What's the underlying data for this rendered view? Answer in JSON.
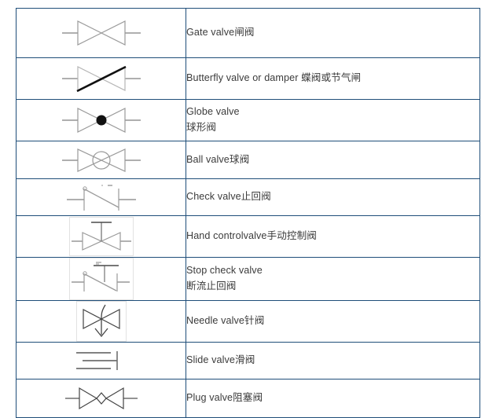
{
  "document": {
    "type": "valve-symbol-reference-table",
    "border_color": "#1f4e79",
    "text_color": "#3b3b3b",
    "symbol_stroke": "#9a9a9a",
    "symbol_accent": "#1a1a1a"
  },
  "table": {
    "rows": [
      {
        "symbol": "gate-valve-symbol",
        "lines": [
          "Gate valve闸阀"
        ],
        "boxed": false
      },
      {
        "symbol": "butterfly-valve-symbol",
        "lines": [
          "Butterfly valve or damper 蝶阀或节气闸"
        ],
        "boxed": false
      },
      {
        "symbol": "globe-valve-symbol",
        "lines": [
          "Globe valve",
          "球形阀"
        ],
        "boxed": false
      },
      {
        "symbol": "ball-valve-symbol",
        "lines": [
          "Ball valve球阀"
        ],
        "boxed": false
      },
      {
        "symbol": "check-valve-symbol",
        "lines": [
          "Check valve止回阀"
        ],
        "boxed": false
      },
      {
        "symbol": "hand-control-valve-symbol",
        "lines": [
          "Hand controlvalve手动控制阀"
        ],
        "boxed": true
      },
      {
        "symbol": "stop-check-valve-symbol",
        "lines": [
          "Stop check valve",
          "断流止回阀"
        ],
        "boxed": true
      },
      {
        "symbol": "needle-valve-symbol",
        "lines": [
          "Needle valve针阀"
        ],
        "boxed": true
      },
      {
        "symbol": "slide-valve-symbol",
        "lines": [
          "Slide valve滑阀"
        ],
        "boxed": false
      },
      {
        "symbol": "plug-valve-symbol",
        "lines": [
          "Plug valve阻塞阀"
        ],
        "boxed": false
      }
    ]
  }
}
